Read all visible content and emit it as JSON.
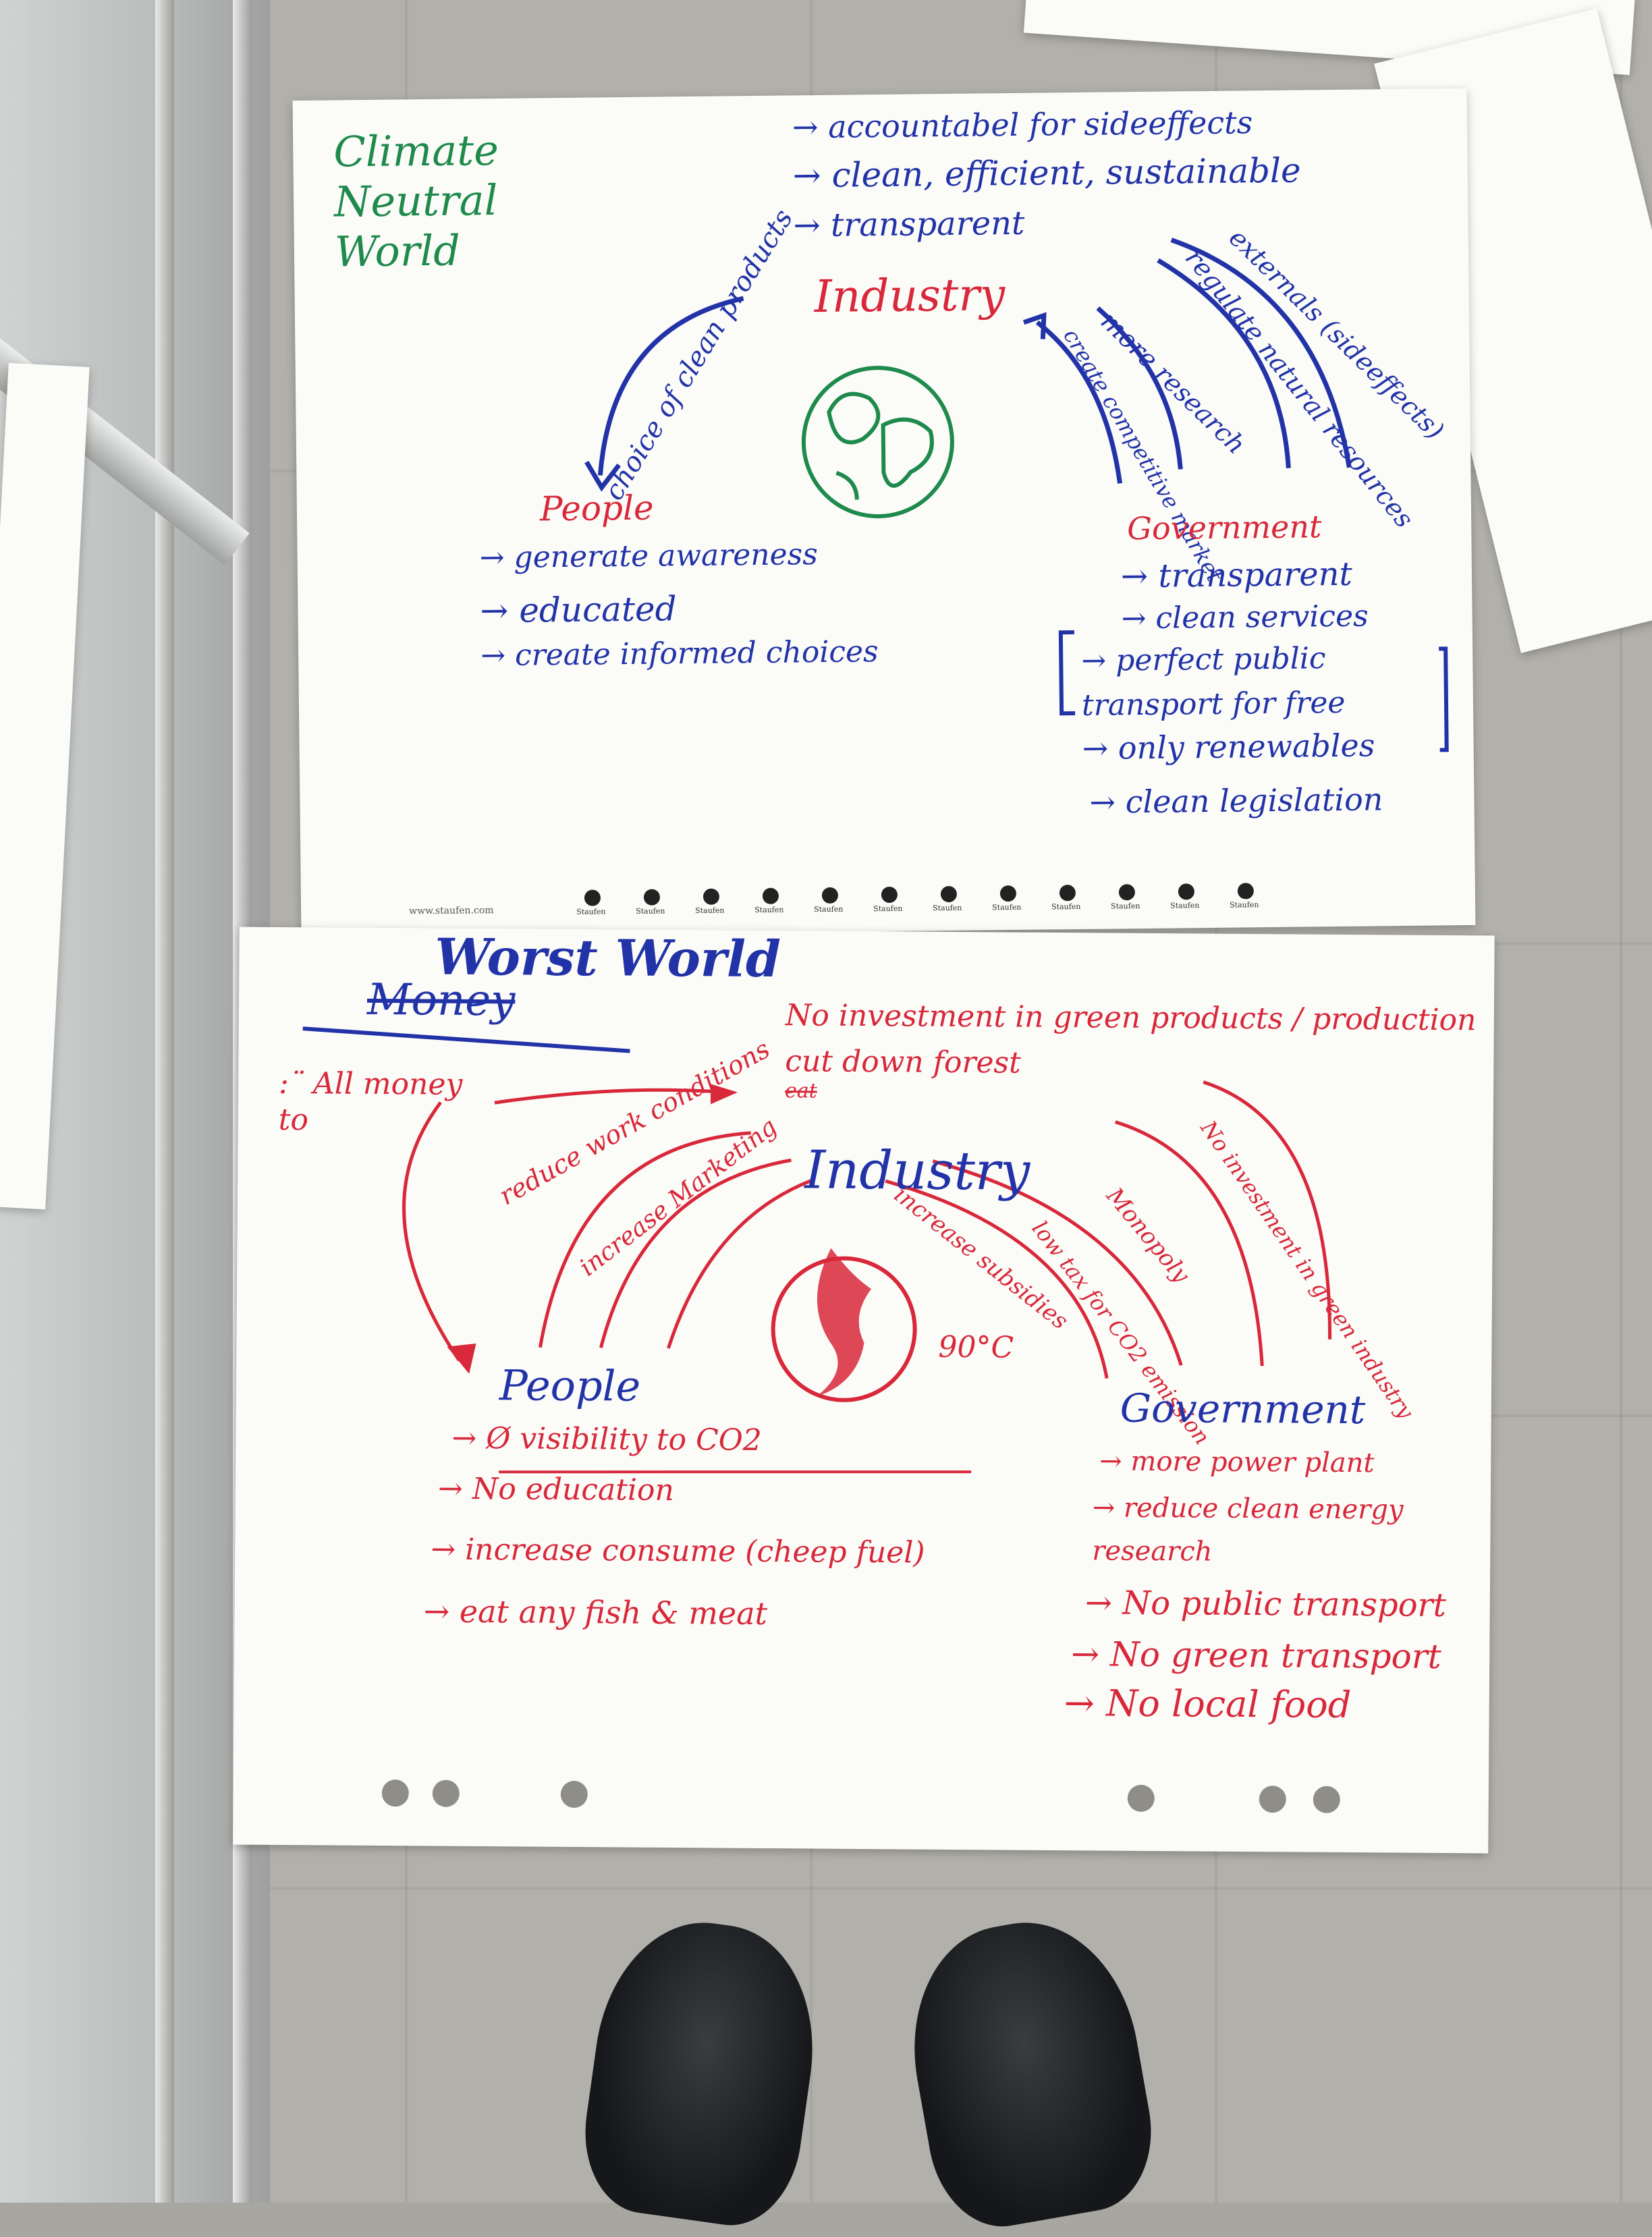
{
  "poster_top": {
    "title": "Climate Neutral World",
    "industry_label": "Industry",
    "industry_points": [
      "accountabel for sideeffects",
      "clean, efficient, sustainable",
      "transparent"
    ],
    "arc_people_to_industry": "choice of clean products",
    "arc_labels_right": [
      "create competitive market",
      "more research",
      "regulate natural resources",
      "externals (sideeffects)"
    ],
    "people_label": "People",
    "people_points": [
      "generate awareness",
      "educated",
      "create informed choices"
    ],
    "government_label": "Government",
    "government_points": [
      "transparent",
      "clean services",
      "perfect public transport for free",
      "only renewables",
      "clean legislation"
    ],
    "footer_url": "www.staufen.com",
    "brand": "Staufen"
  },
  "poster_bottom": {
    "title": "Worst World",
    "title_struckout": "Money",
    "industry_label": "Industry",
    "industry_points": [
      "No investment in green products / production",
      "cut down forest",
      "eat"
    ],
    "side_note": "All money to",
    "arc_labels_left": [
      "reduce work conditions",
      "increase Marketing"
    ],
    "arc_labels_right": [
      "increase subsidies",
      "low tax for CO2 emission",
      "Monopoly",
      "No investment in green industry"
    ],
    "temperature": "90°C",
    "people_label": "People",
    "people_points": [
      "visibility to CO2",
      "No education",
      "increase consume (cheep fuel)",
      "eat any fish & meat"
    ],
    "government_label": "Government",
    "government_points": [
      "more power plant",
      "reduce clean energy research",
      "No public transport",
      "No green transport",
      "No local food"
    ]
  },
  "colors": {
    "green": "#1e8a4c",
    "blue": "#2233a8",
    "red": "#d8283a"
  }
}
